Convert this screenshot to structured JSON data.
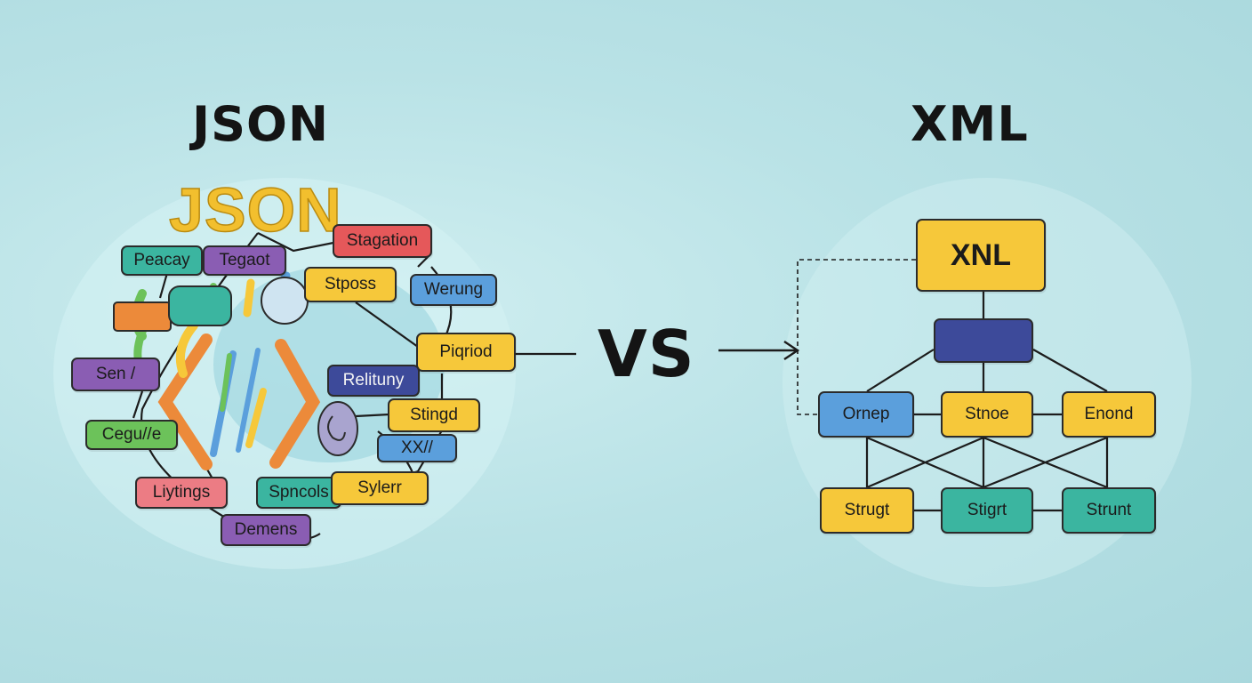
{
  "left_title": "JSON",
  "left_logo": "JSON",
  "right_title": "XML",
  "vs_label": "VS",
  "json_nodes": {
    "peacay": "Peacay",
    "tegaot": "Tegaot",
    "stagation": "Stagation",
    "stposs": "Stposs",
    "werung": "Werung",
    "piqriod": "Piqriod",
    "sen": "Sen /",
    "relituny": "Relituny",
    "stingd": "Stingd",
    "xx": "XX//",
    "cegulle": "Cegu//e",
    "liytings": "Liytings",
    "spncols": "Spncols",
    "sylerr": "Sylerr",
    "demens": "Demens"
  },
  "xml_nodes": {
    "root": "XNL",
    "child": "",
    "ornep": "Ornep",
    "stnoe": "Stnoe",
    "enond": "Enond",
    "strugt": "Strugt",
    "stigrt": "Stigrt",
    "strunt": "Strunt"
  },
  "colors": {
    "teal": "#3bb5a0",
    "purple": "#8a5db3",
    "red": "#e5585a",
    "yellow": "#f6c83a",
    "blue": "#5b9fdc",
    "navy": "#3d4a9a",
    "green": "#6cc25a",
    "orange": "#ec8a3a"
  }
}
